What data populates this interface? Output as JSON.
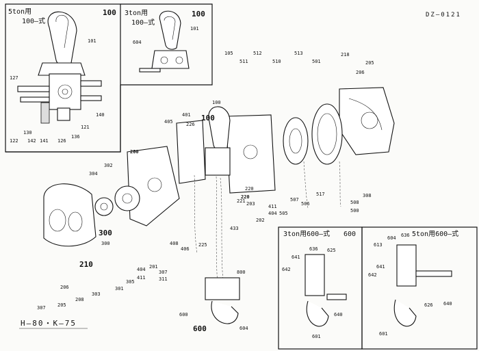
{
  "document_code": "DZ–0121",
  "model_label": "H–80・K–75",
  "panels": {
    "ton5_top": {
      "title": "5ton用",
      "subtitle": "100–式",
      "number": "100"
    },
    "ton3_top": {
      "title": "3ton用",
      "subtitle": "100–式",
      "number": "100"
    },
    "ton3_bottom": {
      "title": "3ton用600–式",
      "number": "600"
    },
    "ton5_bottom": {
      "title": "5ton用600–式"
    }
  },
  "group_numbers": {
    "g100": "100",
    "g200": "200",
    "g210": "210",
    "g220": "220",
    "g300": "300",
    "g600": "600"
  },
  "part_refs": [
    "101",
    "127",
    "130",
    "122",
    "142",
    "141",
    "126",
    "136",
    "121",
    "140",
    "101",
    "604",
    "105",
    "511",
    "512",
    "510",
    "513",
    "501",
    "218",
    "205",
    "206",
    "401",
    "405",
    "226",
    "100",
    "221",
    "220",
    "203",
    "202",
    "411",
    "404",
    "505",
    "507",
    "506",
    "517",
    "508",
    "500",
    "308",
    "433",
    "225",
    "406",
    "408",
    "304",
    "302",
    "300",
    "303",
    "307",
    "305",
    "301",
    "205",
    "206",
    "208",
    "311",
    "307",
    "201",
    "404",
    "411",
    "800",
    "600",
    "604",
    "641",
    "636",
    "625",
    "642",
    "601",
    "640",
    "613",
    "604",
    "636",
    "641",
    "642",
    "626",
    "640",
    "601"
  ]
}
